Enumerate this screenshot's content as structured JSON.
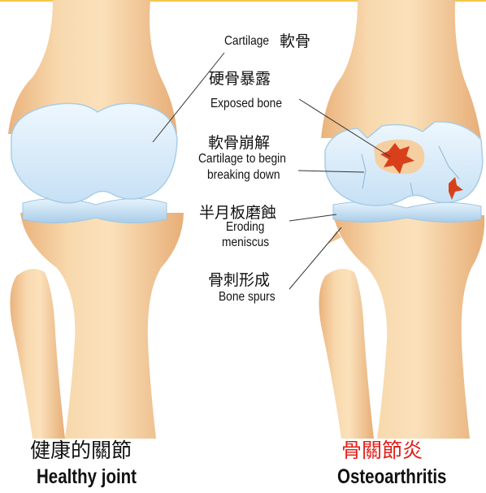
{
  "labels": {
    "cartilage_en": "Cartilage",
    "cartilage_zh": "軟骨",
    "exposed_bone_zh": "硬骨暴露",
    "exposed_bone_en": "Exposed bone",
    "cartilage_break_zh": "軟骨崩解",
    "cartilage_break_en_1": "Cartilage to begin",
    "cartilage_break_en_2": "breaking down",
    "meniscus_zh": "半月板磨蝕",
    "meniscus_en_1": "Eroding",
    "meniscus_en_2": "meniscus",
    "spurs_zh": "骨刺形成",
    "spurs_en": "Bone spurs"
  },
  "captions": {
    "healthy_zh": "健康的關節",
    "healthy_en": "Healthy joint",
    "oa_zh": "骨關節炎",
    "oa_en": "Osteoarthritis"
  },
  "colors": {
    "bone": "#f7d3a4",
    "bone_shade": "#e9b27a",
    "cartilage": "#d7ebfa",
    "cartilage_edge": "#a9cde8",
    "lesion": "#d8401c",
    "oa_caption": "#e0201a"
  }
}
